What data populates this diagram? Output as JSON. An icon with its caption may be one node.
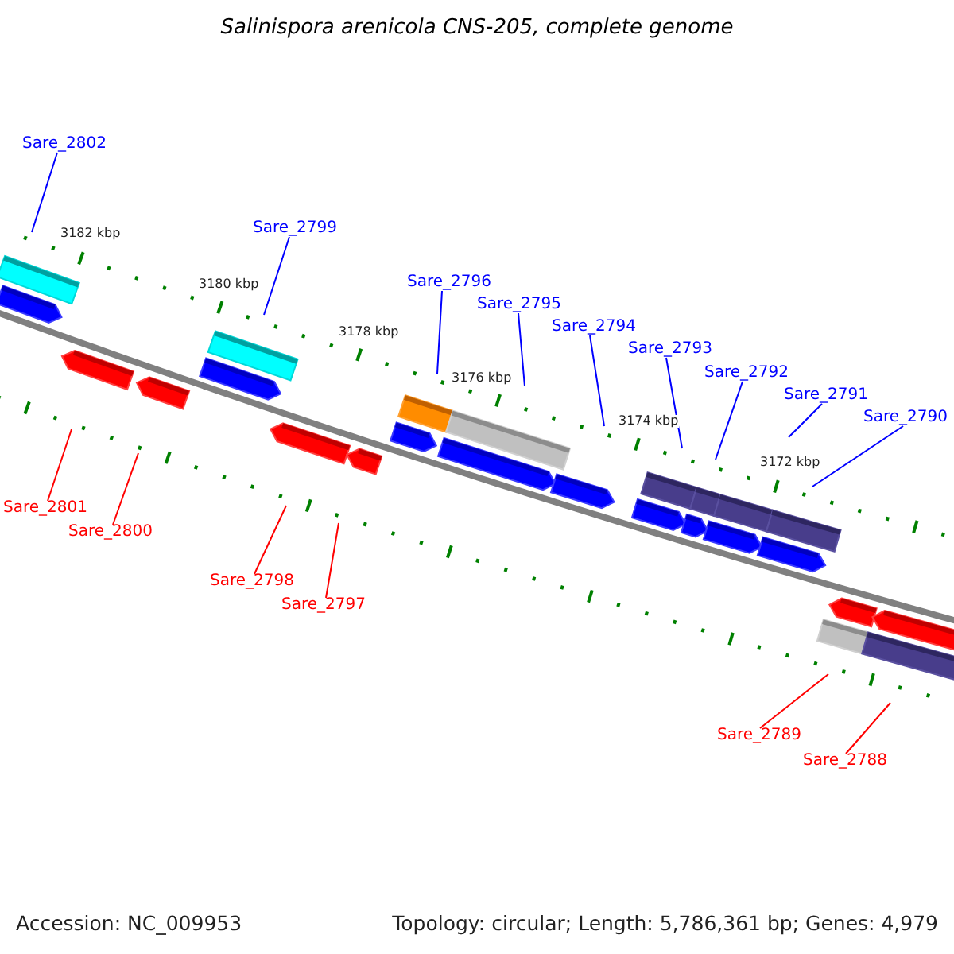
{
  "diagram": {
    "title": "Salinispora arenicola CNS-205, complete genome",
    "nodes": [
      {
        "text": [
          "Sare_2802"
        ]
      },
      {
        "text": [
          "Sare_2799"
        ]
      },
      {
        "text": [
          "Sare_2796"
        ]
      },
      {
        "text": [
          "Sare_2795"
        ]
      },
      {
        "text": [
          "Sare_2794"
        ]
      },
      {
        "text": [
          "Sare_2793"
        ]
      },
      {
        "text": [
          "Sare_2792"
        ]
      },
      {
        "text": [
          "Sare_2791"
        ]
      },
      {
        "text": [
          "Sare_2790"
        ]
      },
      {
        "text": [
          "Sare_2801"
        ]
      },
      {
        "text": [
          "Sare_2800"
        ]
      },
      {
        "text": [
          "Sare_2798"
        ]
      },
      {
        "text": [
          "Sare_2797"
        ]
      },
      {
        "text": [
          "Sare_2789"
        ]
      },
      {
        "text": [
          "Sare_2788"
        ]
      }
    ],
    "edges": [
      {
        "from": 0,
        "to": null,
        "arrow": "none"
      },
      {
        "from": 1,
        "to": null,
        "arrow": "none"
      },
      {
        "from": 2,
        "to": null,
        "arrow": "none"
      },
      {
        "from": 3,
        "to": null,
        "arrow": "none"
      },
      {
        "from": 4,
        "to": null,
        "arrow": "none"
      },
      {
        "from": 5,
        "to": null,
        "arrow": "none"
      },
      {
        "from": 6,
        "to": null,
        "arrow": "none"
      },
      {
        "from": 7,
        "to": null,
        "arrow": "none"
      },
      {
        "from": 8,
        "to": null,
        "arrow": "none"
      },
      {
        "from": 9,
        "to": null,
        "arrow": "none",
        "color": "#ff0000"
      },
      {
        "from": 10,
        "to": null,
        "arrow": "none",
        "color": "#ff0000"
      },
      {
        "from": 11,
        "to": null,
        "arrow": "none",
        "color": "#ff0000"
      },
      {
        "from": 12,
        "to": null,
        "arrow": "none",
        "color": "#ff0000"
      },
      {
        "from": 13,
        "to": null,
        "arrow": "none",
        "color": "#ff0000"
      },
      {
        "from": 14,
        "to": null,
        "arrow": "none",
        "color": "#ff0000"
      }
    ],
    "labels": [
      "3182 kbp",
      "3180 kbp",
      "3178 kbp",
      "3176 kbp",
      "3174 kbp",
      "3172 kbp",
      "Accession: NC_009953",
      "Topology: circular; Length: 5,786,361 bp; Genes: 4,979"
    ]
  }
}
